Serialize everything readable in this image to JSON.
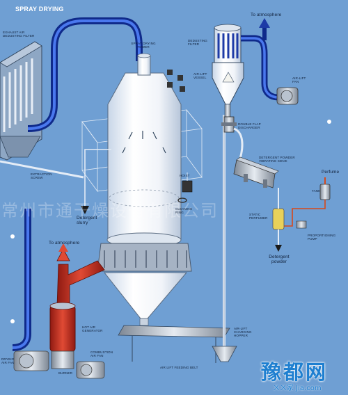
{
  "diagram": {
    "title": "SPRAY DRYING",
    "labels": {
      "exhaust_filter": "EXHAUST AIR DEDUSTING FILTER",
      "spray_tower": "SPRAY DRYING TOWER",
      "extraction_screw": "EXTRACTION SCREW",
      "detergent_slurry": "Detergent slurry",
      "to_atmosphere_left": "To atmosphere",
      "hot_air_generator": "HOT AIR GENERATOR",
      "drying_air_fan": "DRYING AIR FAN",
      "burner": "BURNER",
      "combustion_air_fan": "COMBUSTION AIR FAN",
      "air_lift_feeding_belt": "AIR LIFT FEEDING BELT",
      "to_atmosphere_right": "To atmosphere",
      "dedusting_filter": "DEDUSTING FILTER",
      "air_lift_vessel": "AIR-LIFT VESSEL",
      "air_lift_fan": "AIR-LIFT FAN",
      "double_flap_discharger": "DOUBLE FLAP DISCHARGER",
      "vibrating_sieve": "DETERGENT POWDER VIBRATING SIEVE",
      "hoist": "HOIST",
      "cleaning_ring": "CLEANING RING",
      "perfume": "Perfume",
      "tank": "TANK",
      "static_perfumer": "STATIC PERFUMER",
      "proportioning_pump": "PROPORTIONING PUMP",
      "detergent_powder": "Detergent powder",
      "air_lift_charging_hopper": "AIR-LIFT CHARGING HOPPER"
    },
    "watermark": "常州市通干燥设备有限公司",
    "logo": "豫都网",
    "logo_sub": "ㄨㄨ家 Jia.com"
  }
}
